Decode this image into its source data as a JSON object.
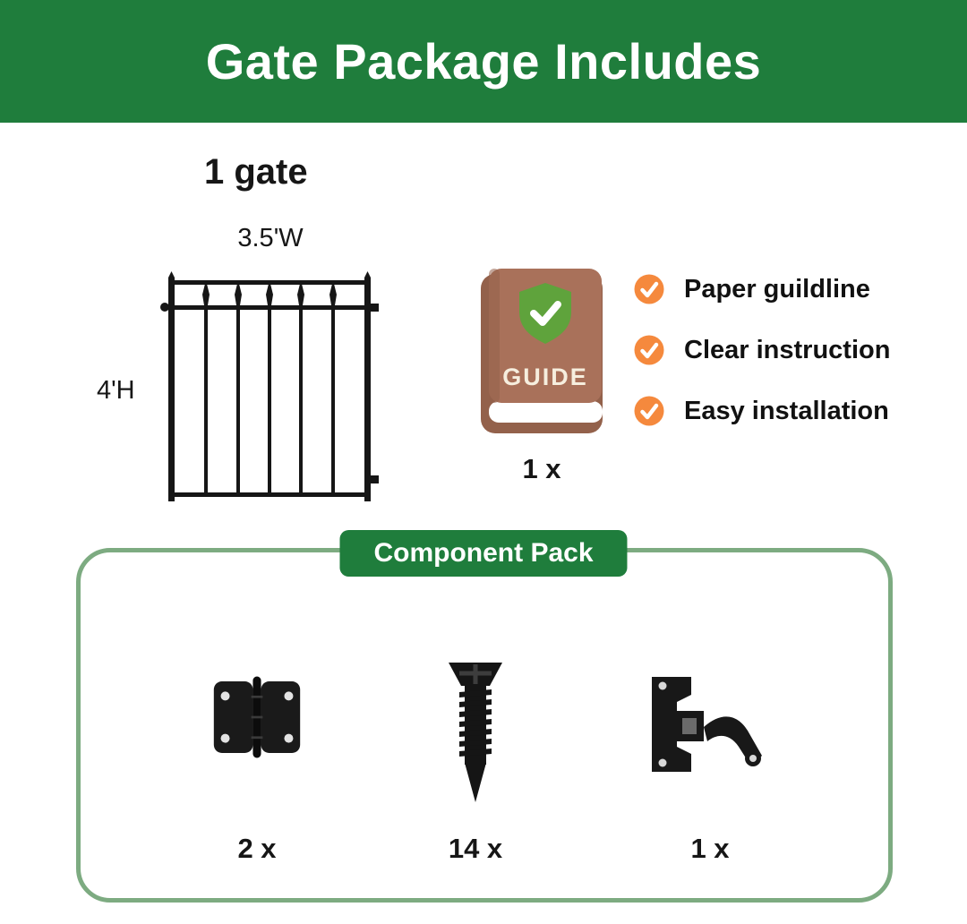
{
  "header": {
    "title": "Gate Package Includes"
  },
  "gate": {
    "label": "1 gate",
    "width_label": "3.5'W",
    "height_label": "4'H"
  },
  "guide": {
    "book_label": "GUIDE",
    "qty": "1 x",
    "features": [
      {
        "label": "Paper guildline"
      },
      {
        "label": "Clear instruction"
      },
      {
        "label": "Easy installation"
      }
    ]
  },
  "component_pack": {
    "title": "Component Pack",
    "items": [
      {
        "name": "hinge",
        "qty": "2 x"
      },
      {
        "name": "self-drilling-screw",
        "qty": "14 x"
      },
      {
        "name": "gate-latch",
        "qty": "1 x"
      }
    ]
  },
  "icons": {
    "check": "orange-circle-checkmark",
    "shield": "green-shield-checkmark",
    "book": "guide-book"
  },
  "colors": {
    "banner_green": "#1f7d3c",
    "badge_green": "#1f7d3c",
    "pack_border_green": "#7dab81",
    "check_orange": "#f5893d",
    "book_brown": "#a9715a",
    "shield_green": "#5fa33c",
    "hardware_black": "#181818",
    "text_dark": "#161616"
  }
}
